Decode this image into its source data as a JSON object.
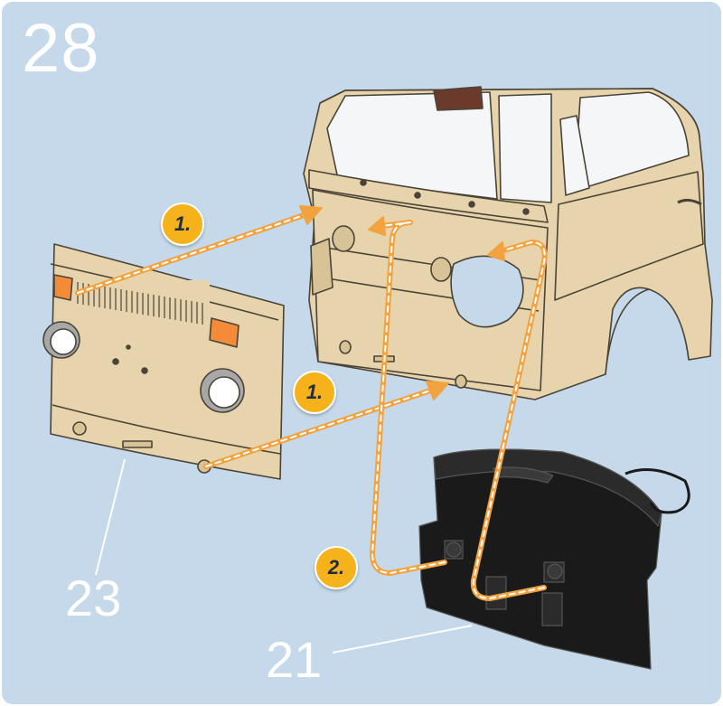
{
  "step": {
    "number": "28"
  },
  "badges": {
    "first": "1.",
    "second": "1.",
    "third": "2."
  },
  "callouts": {
    "part_a": "23",
    "part_b": "21"
  },
  "colors": {
    "background": "#c5d9ea",
    "body_tan": "#e8d4ac",
    "outline": "#4a4438",
    "arrow_orange": "#f2a340",
    "badge_yellow": "#f6b21b",
    "black_part": "#1a1a1a"
  }
}
